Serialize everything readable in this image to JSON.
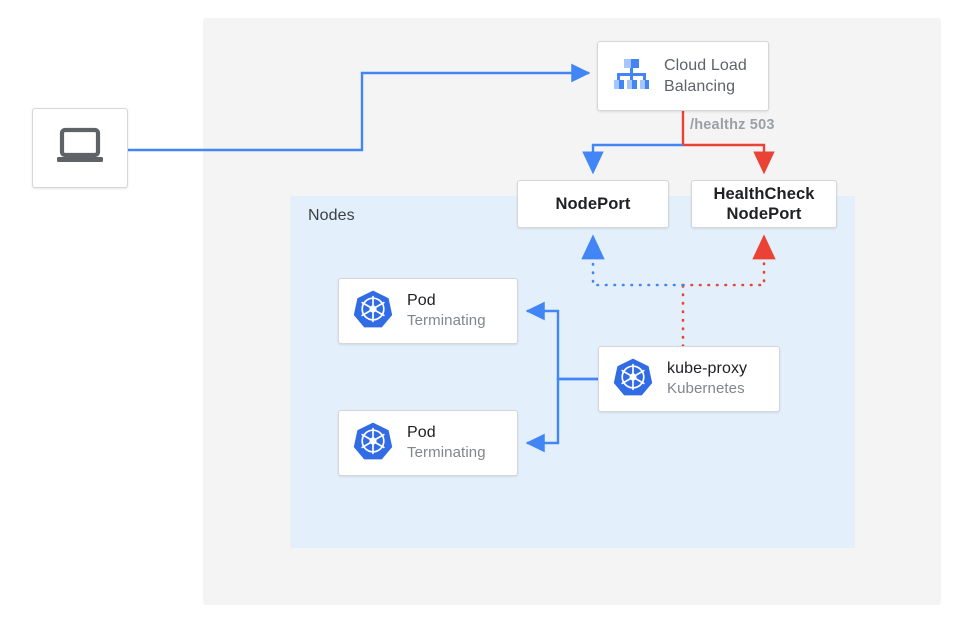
{
  "diagram": {
    "title": "Kubernetes external traffic policy health check diagram",
    "colors": {
      "blue": "#4285f4",
      "red": "#ea4335",
      "panel_gray": "#f4f4f4",
      "panel_blue": "#e3f0fc",
      "kubernetes_blue": "#326ce5",
      "text_dark": "#202124",
      "text_gray": "#5f6368",
      "text_subtle": "#80868b"
    }
  },
  "panels": {
    "outer": {
      "name": "cluster-region"
    },
    "nodes": {
      "label": "Nodes"
    }
  },
  "nodes": {
    "client": {
      "icon": "laptop-icon"
    },
    "load_balancer": {
      "icon": "cloud-load-balancing-icon",
      "line1": "Cloud Load",
      "line2": "Balancing"
    },
    "nodeport": {
      "label": "NodePort"
    },
    "healthcheck_nodeport": {
      "line1": "HealthCheck",
      "line2": "NodePort"
    },
    "pod1": {
      "icon": "kubernetes-icon",
      "title": "Pod",
      "subtitle": "Terminating"
    },
    "pod2": {
      "icon": "kubernetes-icon",
      "title": "Pod",
      "subtitle": "Terminating"
    },
    "kube_proxy": {
      "icon": "kubernetes-icon",
      "title": "kube-proxy",
      "subtitle": "Kubernetes"
    }
  },
  "edges": {
    "healthz_label": "/healthz 503"
  }
}
